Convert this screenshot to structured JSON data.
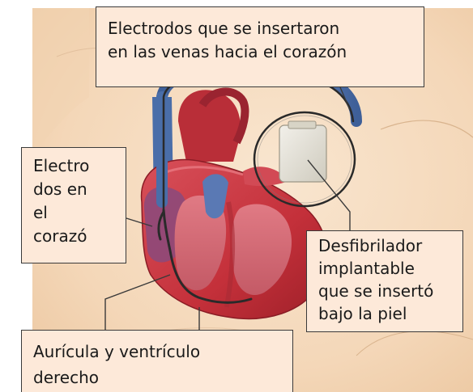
{
  "labels": {
    "leads": [
      "Electrodos que se insertaron",
      "en las venas hacia el corazón"
    ],
    "heart_electrodes": [
      "Electro",
      "dos en",
      "el",
      "corazó"
    ],
    "defibrillator": [
      "Desfibrilador",
      "implantable",
      "que se insertó",
      "bajo la piel"
    ],
    "chambers": [
      "Aurícula y ventrículo",
      "derecho"
    ]
  },
  "colors": {
    "skin": "#f6dcc0",
    "label_fill": "#fde9d9",
    "heart_red": "#c4303a",
    "vein_blue": "#4a6ea9",
    "device_gray": "#e3e0d6"
  }
}
